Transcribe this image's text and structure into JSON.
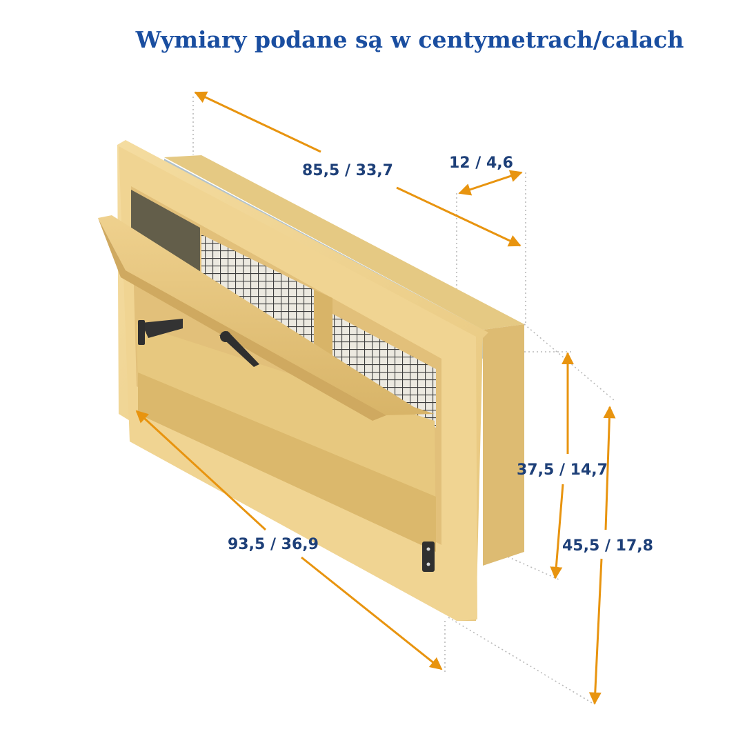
{
  "title": "Wymiary podane są w centymetrach/calach",
  "colors": {
    "title": "#1a4ea0",
    "dimension_label": "#1d3f78",
    "dimension_arrow": "#e8940f",
    "product_body": "#efd08a",
    "product_shade": "#d9b56a",
    "mesh": "#3d3d3d"
  },
  "dimensions": {
    "top_length": "85,5 / 33,7",
    "depth": "12 / 4,6",
    "inner_height": "37,5 / 14,7",
    "front_length": "93,5 / 36,9",
    "outer_height": "45,5 / 17,8"
  }
}
